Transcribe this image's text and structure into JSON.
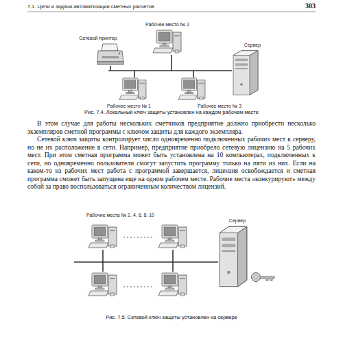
{
  "diagram": {
    "nodes": [
      {
        "text": [
          "Рабочее место № 2"
        ]
      },
      {
        "text": [
          "Сетевой принтер"
        ]
      },
      {
        "text": [
          "Сервер"
        ]
      },
      {
        "text": [
          "Рабочее место № 1"
        ]
      },
      {
        "text": [
          "Рабочее место № 3"
        ]
      },
      {
        "text": [
          "Сервер"
        ]
      }
    ],
    "labels": [
      "7.1. Цели и задачи автоматизации сметных расчетов",
      "303",
      "Рис. 7.4. Локальный ключ защиты установлен на каждом рабочем месте",
      "В этом случае для работы нескольких сметчиков предприятие должно приобрести несколько экземпляров сметной программы с ключом защиты для каждого экземпляра.",
      "Сетевой ключ защиты контролирует число одновременно подключенных рабочих мест к серверу, но не их расположение в сети. Например, предприятие приобрело сетевую лицензию на 5 рабочих мест. При этом сметная программа может быть установлена на 10 компьютерах, подключенных к сети, но одновременно пользователи смогут запустить программу только на пяти из них. Если на каком-то из рабочих мест работа с программой завершается, лицензия освобождается и сметная программа сможет быть запущена еще на одном рабочем месте. Рабочие места «конкурируют» между собой за право воспользоваться ограниченным количеством лицензий.",
      "Рабочие места № 2, 4, 6, 8, 10",
      "Рис. 7.5. Сетевой ключ защиты установлен на сервере"
    ]
  }
}
